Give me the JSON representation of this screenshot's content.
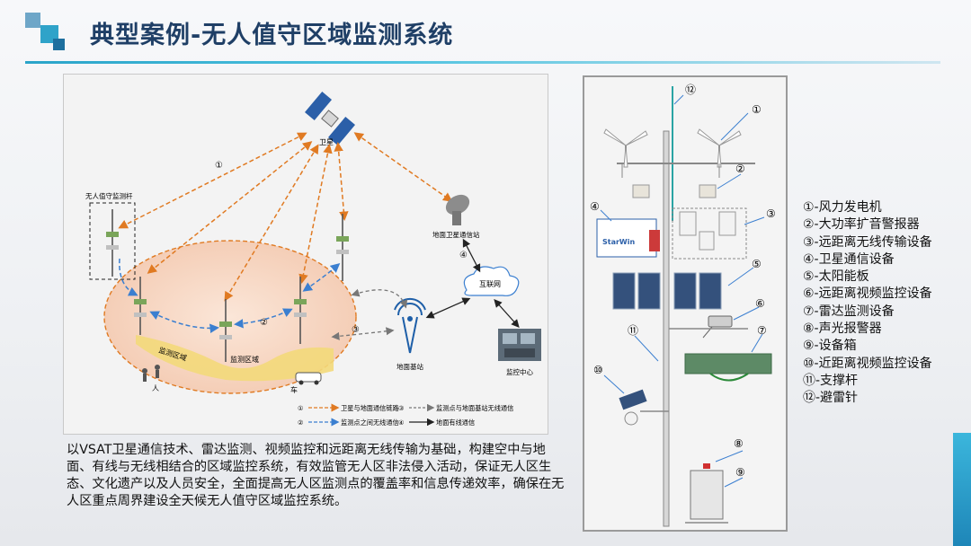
{
  "title": "典型案例-无人值守区域监测系统",
  "diagram": {
    "satellite_label": "卫星",
    "monitor_pole_label": "无人值守监测杆",
    "ground_sat_station_label": "地面卫星通信站",
    "internet_label": "互联网",
    "ground_base_station_label": "地面基站",
    "monitor_center_label": "监控中心",
    "zone_label_1": "监测区域",
    "zone_label_2": "监测区域",
    "person_label": "人",
    "car_label": "车",
    "marker_1": "①",
    "marker_2": "②",
    "marker_3": "③",
    "marker_4": "④",
    "starwin_label": "StarWin",
    "legend": [
      {
        "num": "①",
        "text": "卫星与地面通信链路"
      },
      {
        "num": "②",
        "text": "监测点之间无线通信"
      },
      {
        "num": "③",
        "text": "监测点与地面基站无线通信"
      },
      {
        "num": "④",
        "text": "地面有线通信"
      }
    ]
  },
  "description": "以VSAT卫星通信技术、雷达监测、视频监控和远距离无线传输为基础，构建空中与地面、有线与无线相结合的区域监控系统，有效监管无人区非法侵入活动，保证无人区生态、文化遗产以及人员安全，全面提高无人区监测点的覆盖率和信息传递效率，确保在无人区重点周界建设全天候无人值守区域监控系统。",
  "pole_numbers": [
    "①",
    "②",
    "③",
    "④",
    "⑤",
    "⑥",
    "⑦",
    "⑧",
    "⑨",
    "⑩",
    "⑪",
    "⑫"
  ],
  "components": [
    "①-风力发电机",
    "②-大功率扩音警报器",
    "③-远距离无线传输设备",
    "④-卫星通信设备",
    "⑤-太阳能板",
    "⑥-远距离视频监控设备",
    "⑦-雷达监测设备",
    "⑧-声光报警器",
    "⑨-设备箱",
    "⑩-近距离视频监控设备",
    "⑪-支撑杆",
    "⑫-避雷针"
  ],
  "colors": {
    "title": "#1f3f66",
    "accent": "#2aa4c9",
    "satellite_link": "#e07a22",
    "wireless_link": "#3b7fd0",
    "base_link": "#7a7a7a",
    "zone_fill": "#f6dccb",
    "zone_ground": "#f3d97a"
  }
}
